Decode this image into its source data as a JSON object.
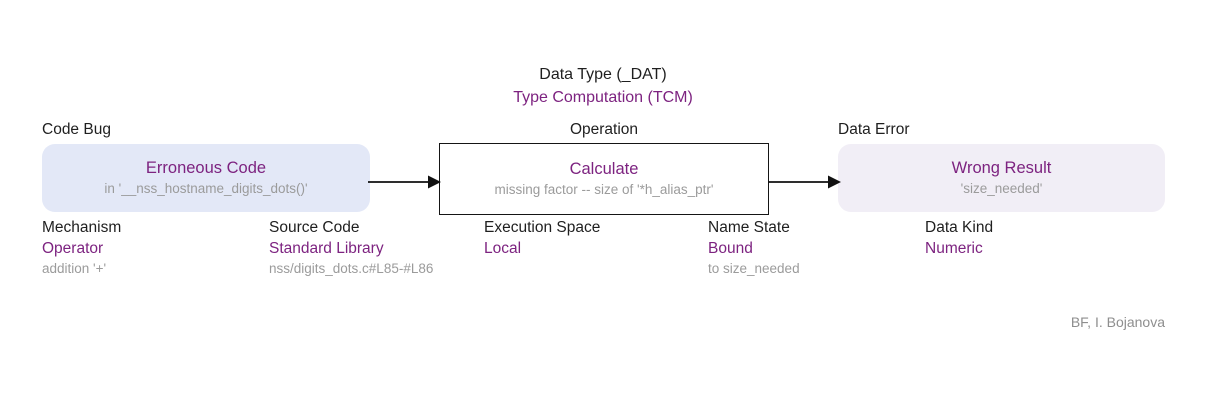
{
  "diagram": {
    "header": {
      "line1": "Data Type (_DAT)",
      "line2": "Type Computation (TCM)"
    },
    "nodes": [
      {
        "caption": "Code Bug",
        "title": "Erroneous Code",
        "subtitle": "in '__nss_hostname_digits_dots()'",
        "fill": "#e3e8f7"
      },
      {
        "caption": "Operation",
        "title": "Calculate",
        "subtitle": "missing factor -- size of '*h_alias_ptr'",
        "fill": "#ffffff"
      },
      {
        "caption": "Data Error",
        "title": "Wrong Result",
        "subtitle": "'size_needed'",
        "fill": "#f1eef6"
      }
    ],
    "attributes": [
      {
        "name": "Mechanism",
        "value": "Operator",
        "note": "addition '+'"
      },
      {
        "name": "Source Code",
        "value": "Standard Library",
        "note": "nss/digits_dots.c#L85-#L86"
      },
      {
        "name": "Execution Space",
        "value": "Local",
        "note": ""
      },
      {
        "name": "Name State",
        "value": "Bound",
        "note": "to size_needed"
      },
      {
        "name": "Data Kind",
        "value": "Numeric",
        "note": ""
      }
    ],
    "footer": "BF, I. Bojanova",
    "colors": {
      "accent_purple": "#7d2380",
      "text_dark": "#1f1f1f",
      "text_muted": "#9b9b9b",
      "arrow": "#111111"
    }
  }
}
